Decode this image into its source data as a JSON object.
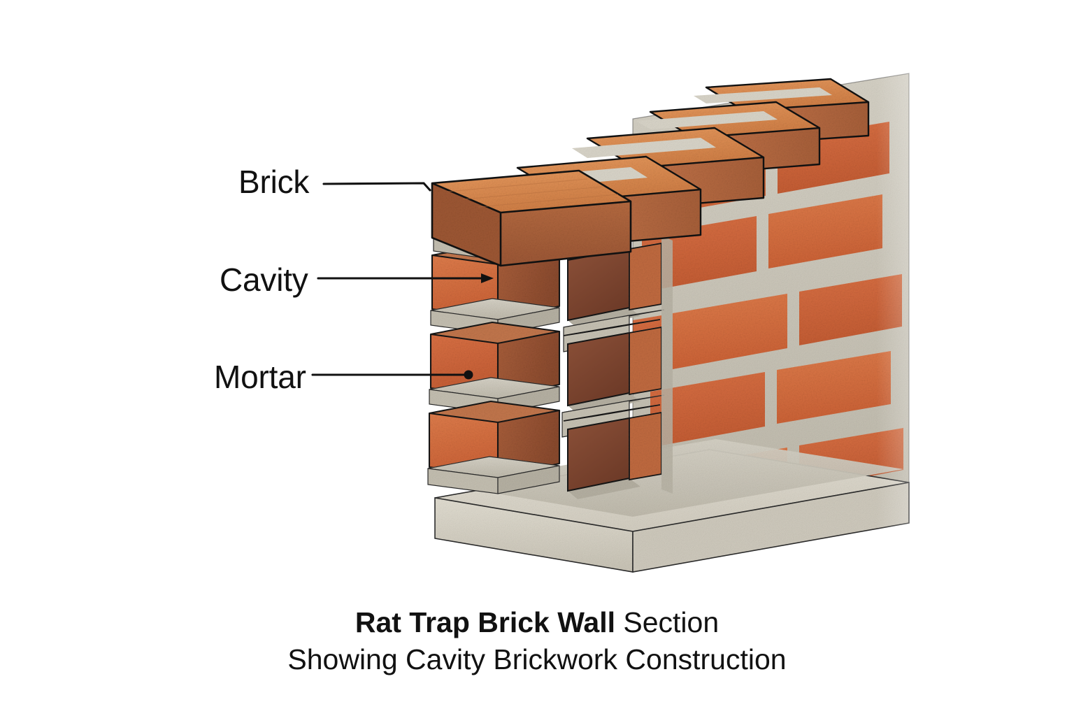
{
  "diagram": {
    "title_bold": "Rat Trap Brick Wall",
    "title_regular": " Section",
    "subtitle": "Showing Cavity Brickwork Construction",
    "background_color": "#ffffff",
    "labels": [
      {
        "id": "brick",
        "text": "Brick",
        "leader": "line-with-hook",
        "points_to": "top-course-brick-on-edge"
      },
      {
        "id": "cavity",
        "text": "Cavity",
        "leader": "line-with-arrowhead",
        "points_to": "internal-void-between-leaves"
      },
      {
        "id": "mortar",
        "text": "Mortar",
        "leader": "line-with-dot",
        "points_to": "bed-joint-between-courses"
      }
    ],
    "colors": {
      "brick_top_face": "#d98a4f",
      "brick_front_face": "#a9603a",
      "brick_face_wall": "#d4683c",
      "brick_face_wall_light": "#e08a5c",
      "brick_cut_face": "#8e4f35",
      "cavity_shadow": "#7d4430",
      "mortar": "#cbc7bb",
      "mortar_dark": "#b4b0a3",
      "concrete_base": "#ddd9cd",
      "concrete_base_side": "#cac5b7",
      "outline": "#121212",
      "label_text": "#111111"
    },
    "structure": {
      "wall_type": "rat trap bond cavity brickwork",
      "courses_visible": 4,
      "cavities_visible": 3,
      "top_course_bricks": 5,
      "foundation": "concrete base slab",
      "projection": "isometric cut-away section",
      "right_edge_effect": "fade to white"
    }
  }
}
